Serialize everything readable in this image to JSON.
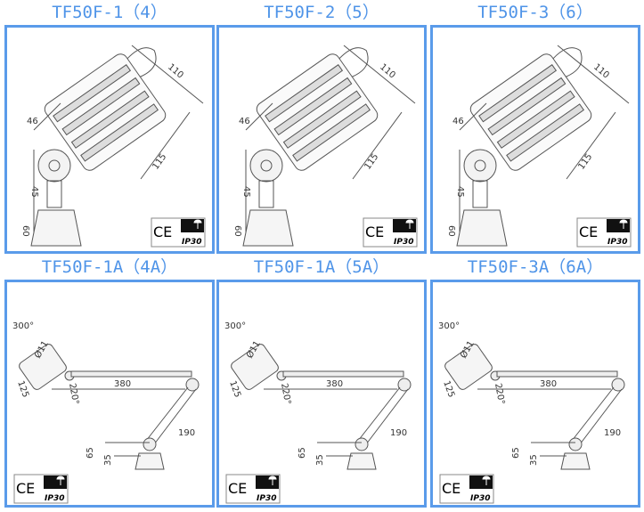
{
  "panels": [
    {
      "title": "TF50F-1（4）",
      "type": "head",
      "dims": {
        "top": "110",
        "side": "46",
        "bottom": "115",
        "height1": "45",
        "height2": "60"
      },
      "badge": {
        "ce": "CE",
        "ip": "IP30"
      }
    },
    {
      "title": "TF50F-2（5）",
      "type": "head",
      "dims": {
        "top": "110",
        "side": "46",
        "bottom": "115",
        "height1": "45",
        "height2": "60"
      },
      "badge": {
        "ce": "CE",
        "ip": "IP30"
      }
    },
    {
      "title": "TF50F-3（6）",
      "type": "head",
      "dims": {
        "top": "110",
        "side": "46",
        "bottom": "115",
        "height1": "45",
        "height2": "60"
      },
      "badge": {
        "ce": "CE",
        "ip": "IP30"
      }
    },
    {
      "title": "TF50F-1A（4A）",
      "type": "arm",
      "dims": {
        "rotation": "300°",
        "diameter": "Ø11",
        "head": "125",
        "swivel": "220°",
        "arm1": "380",
        "arm2": "190",
        "base_high": "65",
        "base_low": "35"
      },
      "badge": {
        "ce": "CE",
        "ip": "IP30"
      }
    },
    {
      "title": "TF50F-1A（5A）",
      "type": "arm",
      "dims": {
        "rotation": "300°",
        "diameter": "Ø11",
        "head": "125",
        "swivel": "220°",
        "arm1": "380",
        "arm2": "190",
        "base_high": "65",
        "base_low": "35"
      },
      "badge": {
        "ce": "CE",
        "ip": "IP30"
      }
    },
    {
      "title": "TF50F-3A（6A）",
      "type": "arm",
      "dims": {
        "rotation": "300°",
        "diameter": "Ø11",
        "head": "125",
        "swivel": "220°",
        "arm1": "380",
        "arm2": "190",
        "base_high": "65",
        "base_low": "35"
      },
      "badge": {
        "ce": "CE",
        "ip": "IP30"
      }
    }
  ]
}
